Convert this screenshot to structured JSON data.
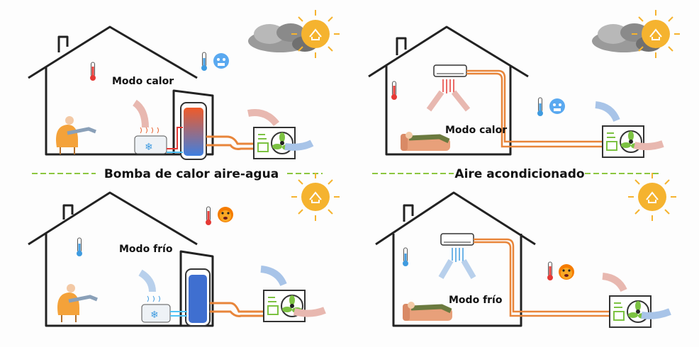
{
  "sections": {
    "water_heat_pump": {
      "title": "Bomba de calor aire-agua",
      "heat_mode_label": "Modo calor",
      "cool_mode_label": "Modo frío"
    },
    "air_conditioning": {
      "title": "Aire acondicionado",
      "heat_mode_label": "Modo calor",
      "cool_mode_label": "Modo frío"
    }
  },
  "colors": {
    "divider": "#8cc63f",
    "pipe": "#e8853a",
    "hot": "#e53935",
    "cold": "#4fc3f7",
    "fan": "#7cc242",
    "sun": "#f5b32f"
  }
}
